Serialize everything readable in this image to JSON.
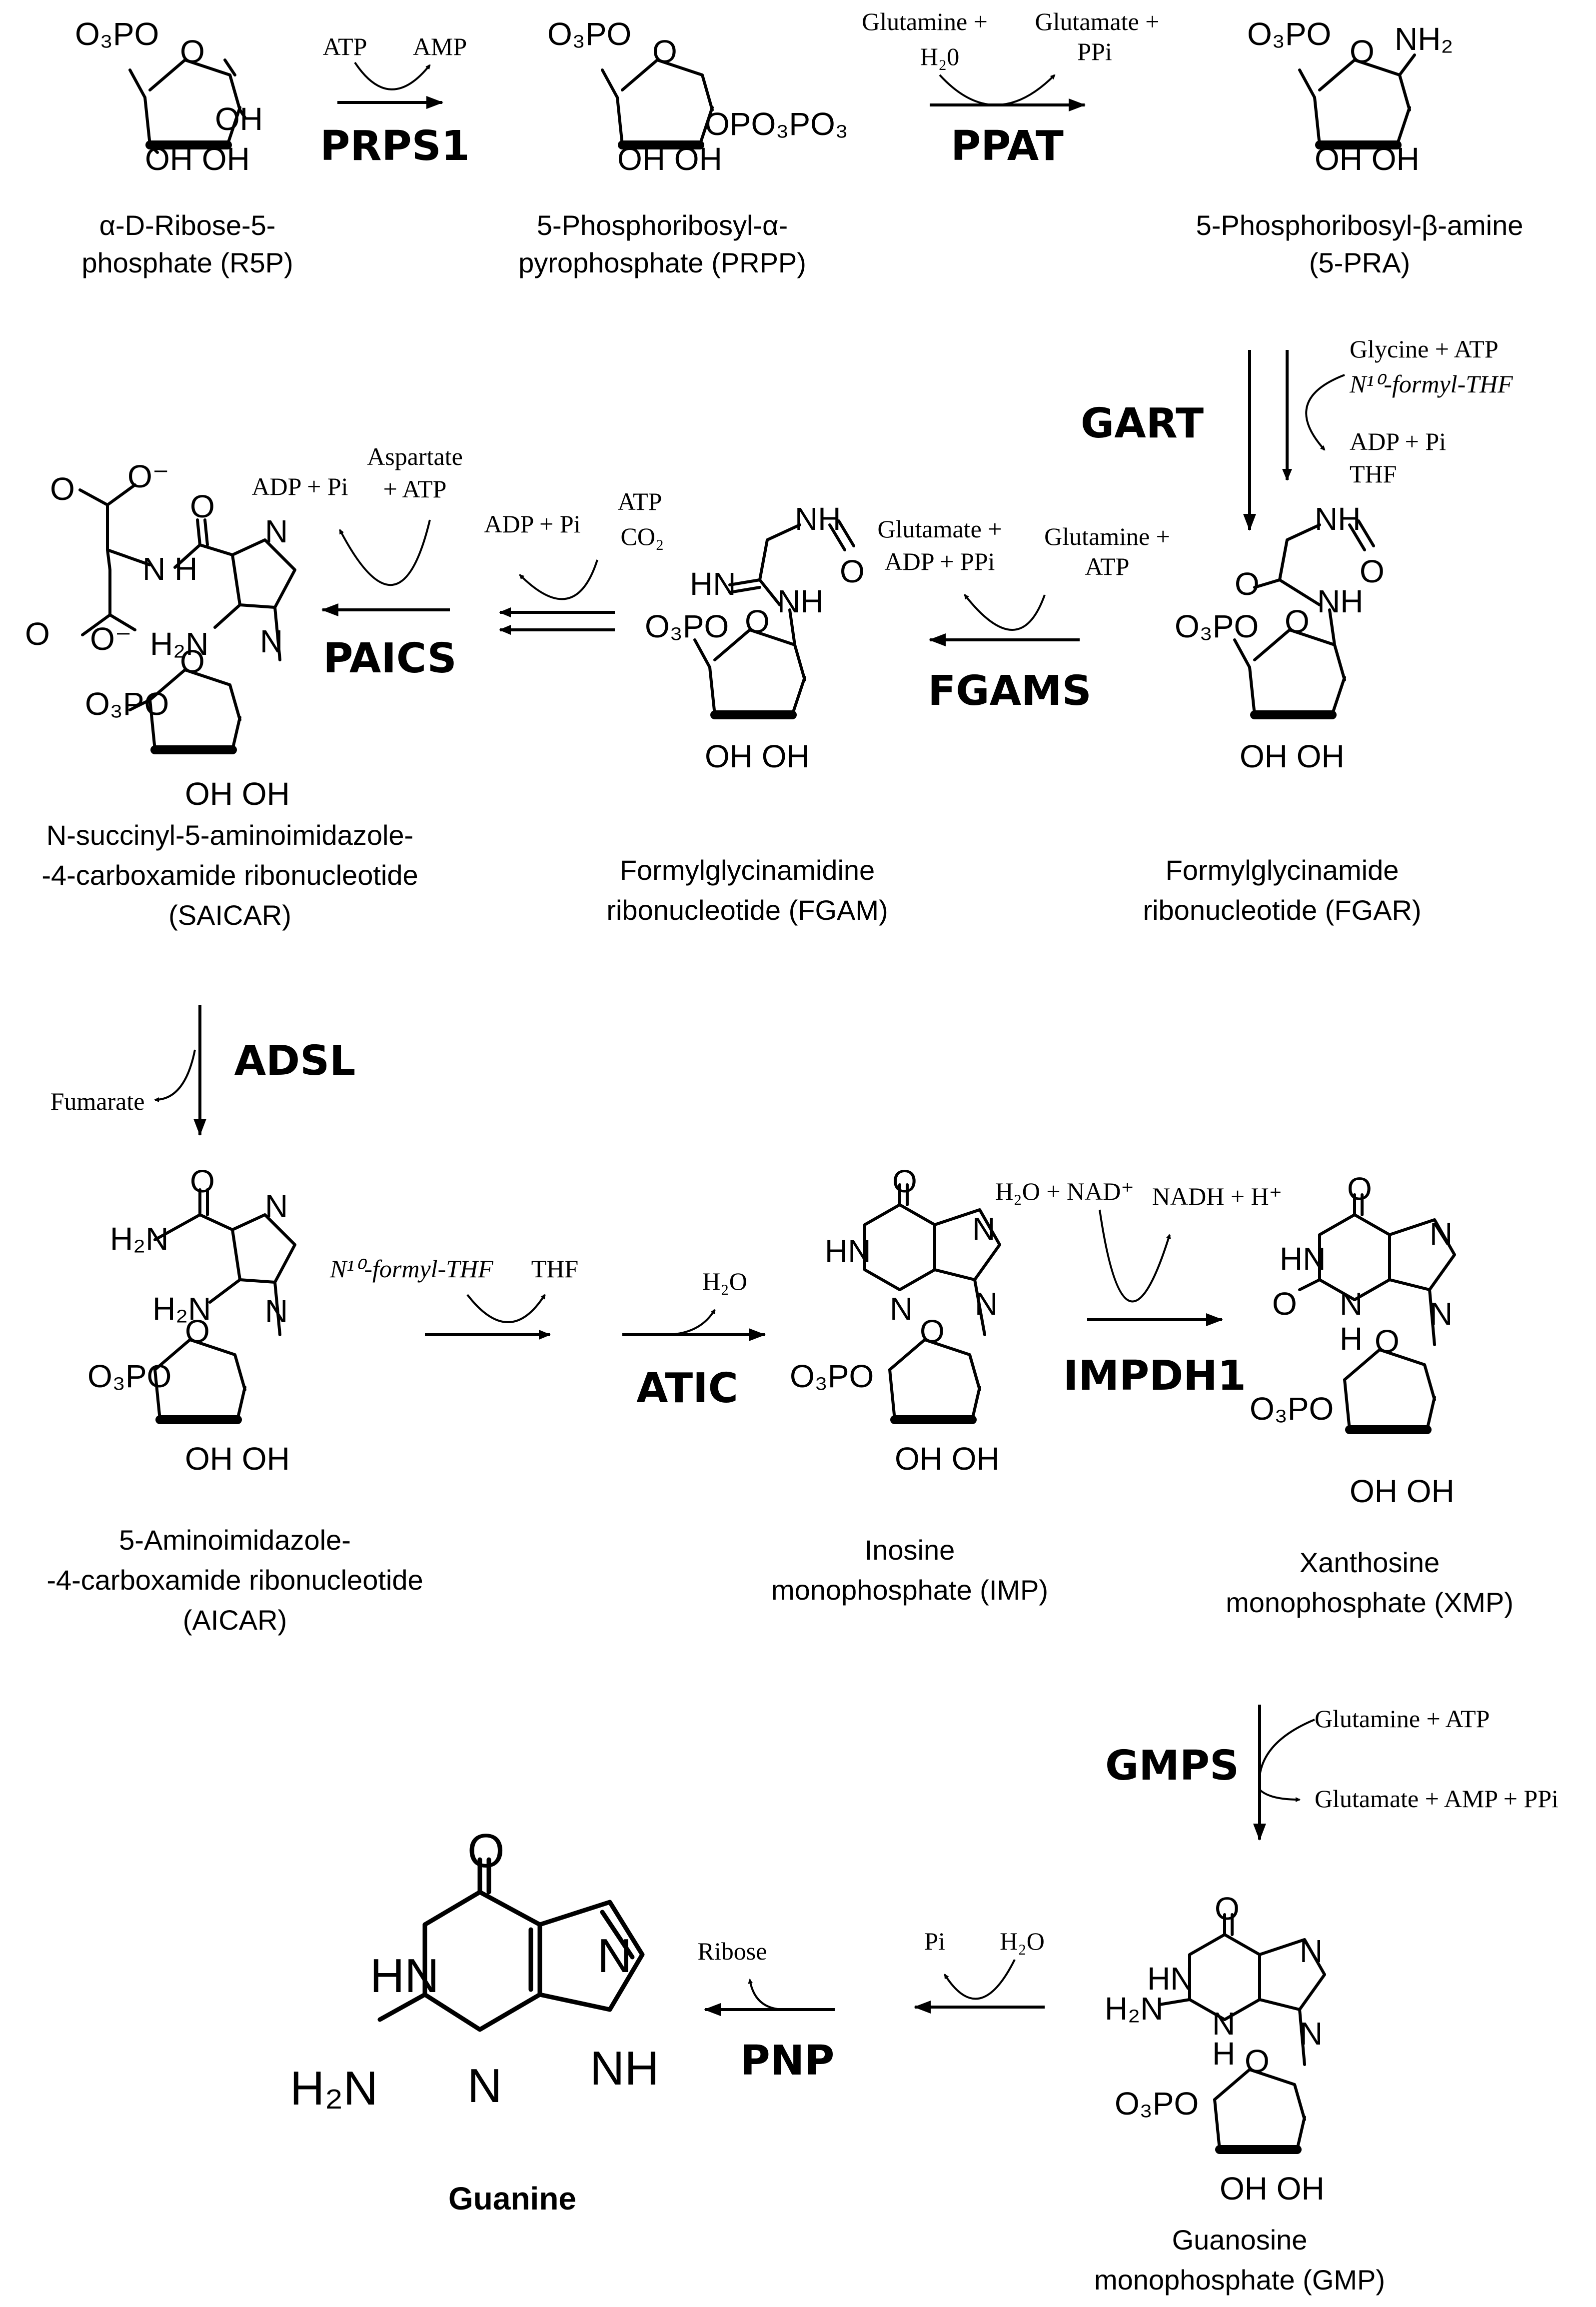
{
  "molecules": {
    "r5p": {
      "name": [
        "α-D-Ribose-5-",
        "phosphate (R5P)"
      ],
      "groups": {
        "phosphate": "O₃PO",
        "oh_right": "OH",
        "oh_bottom": "OH OH"
      }
    },
    "prpp": {
      "name": [
        "5-Phosphoribosyl-α-",
        "pyrophosphate (PRPP)"
      ],
      "groups": {
        "phosphate": "O₃PO",
        "pp": "OPO₃PO₃",
        "oh_bottom": "OH OH"
      }
    },
    "pra": {
      "name": [
        "5-Phosphoribosyl-β-amine",
        "(5-PRA)"
      ],
      "groups": {
        "phosphate": "O₃PO",
        "nh2": "NH₂",
        "oh_bottom": "OH OH"
      }
    },
    "fgar": {
      "name": [
        "Formylglycinamide",
        "ribonucleotide (FGAR)"
      ],
      "groups": {
        "phosphate": "O₃PO",
        "nh_top": "NH",
        "o_side": "O",
        "o_amide": "O",
        "nh_amide": "NH",
        "oh_bottom": "OH OH"
      }
    },
    "fgam": {
      "name": [
        "Formylglycinamidine",
        "ribonucleotide (FGAM)"
      ],
      "groups": {
        "phosphate": "O₃PO",
        "nh_top": "NH",
        "o_side": "O",
        "hn": "HN",
        "nh_amide": "NH",
        "oh_bottom": "OH OH"
      }
    },
    "saicar": {
      "name": [
        "N-succinyl-5-aminoimidazole-",
        "-4-carboxamide ribonucleotide",
        "(SAICAR)"
      ],
      "groups": {
        "o_top": "O",
        "o_minus_top": "O⁻",
        "o_amide": "O",
        "n_ring": "N",
        "nh": "N H",
        "o_bottom": "O",
        "o_minus_bottom": "O⁻",
        "h2n": "H₂N",
        "n_link": "N",
        "phosphate": "O₃PO",
        "oh_bottom": "OH OH"
      }
    },
    "aicar": {
      "name": [
        "5-Aminoimidazole-",
        "-4-carboxamide ribonucleotide",
        "(AICAR)"
      ],
      "groups": {
        "o": "O",
        "h2n_amide": "H₂N",
        "n_ring": "N",
        "h2n": "H₂N",
        "n_link": "N",
        "phosphate": "O₃PO",
        "oh_bottom": "OH OH"
      }
    },
    "imp": {
      "name": [
        "Inosine",
        "monophosphate (IMP)"
      ],
      "groups": {
        "o": "O",
        "hn": "HN",
        "n_ring": "N",
        "n_bottom": "N",
        "n_link": "N",
        "phosphate": "O₃PO",
        "oh_bottom": "OH OH"
      }
    },
    "xmp": {
      "name": [
        "Xanthosine",
        "monophosphate (XMP)"
      ],
      "groups": {
        "o_top": "O",
        "hn": "HN",
        "n_ring": "N",
        "o_left": "O",
        "n_h": "N",
        "h": "H",
        "n_link": "N",
        "phosphate": "O₃PO",
        "oh_bottom": "OH OH"
      }
    },
    "gmp": {
      "name": [
        "Guanosine",
        "monophosphate (GMP)"
      ],
      "groups": {
        "o": "O",
        "hn": "HN",
        "n_ring": "N",
        "h2n": "H₂N",
        "n_h": "N",
        "h": "H",
        "n_link": "N",
        "phosphate": "O₃PO",
        "oh_bottom": "OH OH"
      }
    },
    "guanine": {
      "name": [
        "Guanine"
      ],
      "groups": {
        "o": "O",
        "hn": "HN",
        "n_ring": "N",
        "h2n": "H₂N",
        "n_bottom": "N",
        "nh": "NH"
      }
    }
  },
  "steps": {
    "prps1": {
      "enzyme": "PRPS1",
      "in": [
        "ATP"
      ],
      "out": [
        "AMP"
      ]
    },
    "ppat": {
      "enzyme": "PPAT",
      "in": [
        "Glutamine +",
        "H₂0"
      ],
      "out": [
        "Glutamate +",
        "PPi"
      ]
    },
    "gart": {
      "enzyme": "GART",
      "in": [
        "Glycine + ATP",
        "N¹⁰-formyl-THF"
      ],
      "out": [
        "ADP + Pi",
        "THF"
      ]
    },
    "fgams": {
      "enzyme": "FGAMS",
      "in": [
        "Glutamine +",
        "ATP"
      ],
      "out": [
        "Glutamate +",
        "ADP + PPi"
      ]
    },
    "paics": {
      "enzyme": "PAICS",
      "in1": [
        "ATP",
        "CO₂"
      ],
      "out1": [
        "ADP + Pi"
      ],
      "in2": [
        "Aspartate",
        "+ ATP"
      ],
      "out2": [
        "ADP + Pi"
      ]
    },
    "adsl": {
      "enzyme": "ADSL",
      "out": [
        "Fumarate"
      ]
    },
    "atic": {
      "enzyme": "ATIC",
      "in": [
        "N¹⁰-formyl-THF"
      ],
      "out": [
        "THF"
      ],
      "out2": [
        "H₂O"
      ]
    },
    "impdh1": {
      "enzyme": "IMPDH1",
      "in": [
        "H₂O + NAD⁺"
      ],
      "out": [
        "NADH + H⁺"
      ]
    },
    "gmps": {
      "enzyme": "GMPS",
      "in": [
        "Glutamine + ATP"
      ],
      "out": [
        "Glutamate + AMP + PPi"
      ]
    },
    "pnp": {
      "enzyme": "PNP",
      "in": [
        "H₂O"
      ],
      "out1": [
        "Pi"
      ],
      "out2": [
        "Ribose"
      ]
    }
  }
}
